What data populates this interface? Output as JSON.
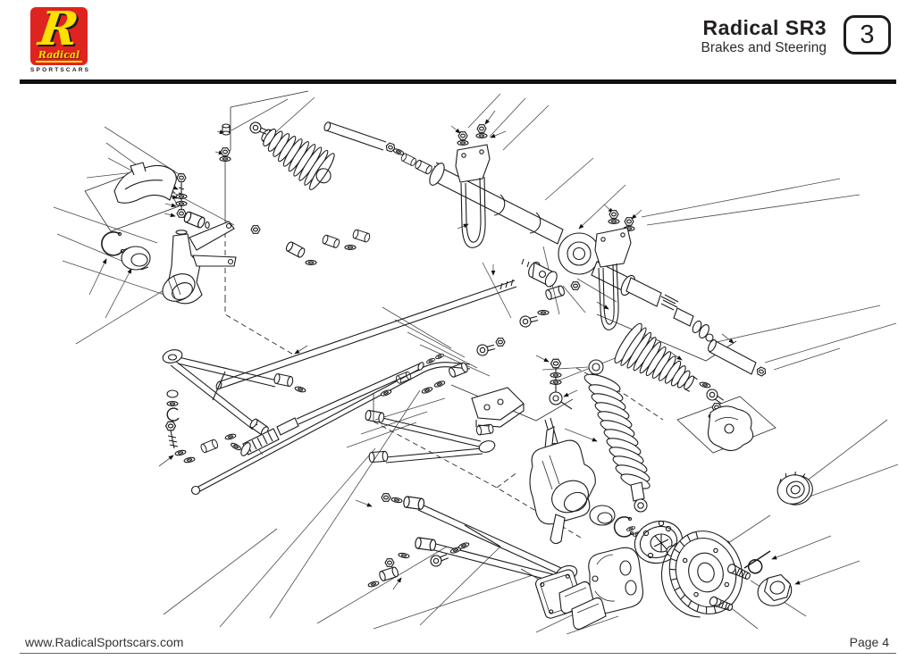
{
  "header": {
    "title": "Radical SR3",
    "subtitle": "Brakes and Steering",
    "section_number": "3"
  },
  "logo": {
    "monogram": "R",
    "script": "Radical",
    "wordmark": "SPORTSCARS",
    "red": "#df231f",
    "yellow": "#ffdf00",
    "black": "#1a1a1a"
  },
  "footer": {
    "website": "www.RadicalSportscars.com",
    "page_label": "Page 4"
  },
  "diagram": {
    "description": "Exploded line-art parts diagram of the Radical SR3 front brakes and steering assembly",
    "line_color": "#1c1c1c",
    "parts": [
      "steering rack",
      "rack mounting U-bolt clamps",
      "steering universal joint",
      "steering rack gaiter left",
      "steering rack gaiter right",
      "track rod",
      "track rod end",
      "steering arm",
      "front upright",
      "wheel bearing",
      "circlip",
      "upper wishbone",
      "lower wishbone",
      "anti-roll bar",
      "coil-over damper",
      "wheel hub",
      "brake disc",
      "brake caliper",
      "brake pads",
      "caliper heat shield",
      "castellated hub nut",
      "hub nut",
      "split pin",
      "wheel studs",
      "mounting bolts, nuts and washers"
    ]
  }
}
